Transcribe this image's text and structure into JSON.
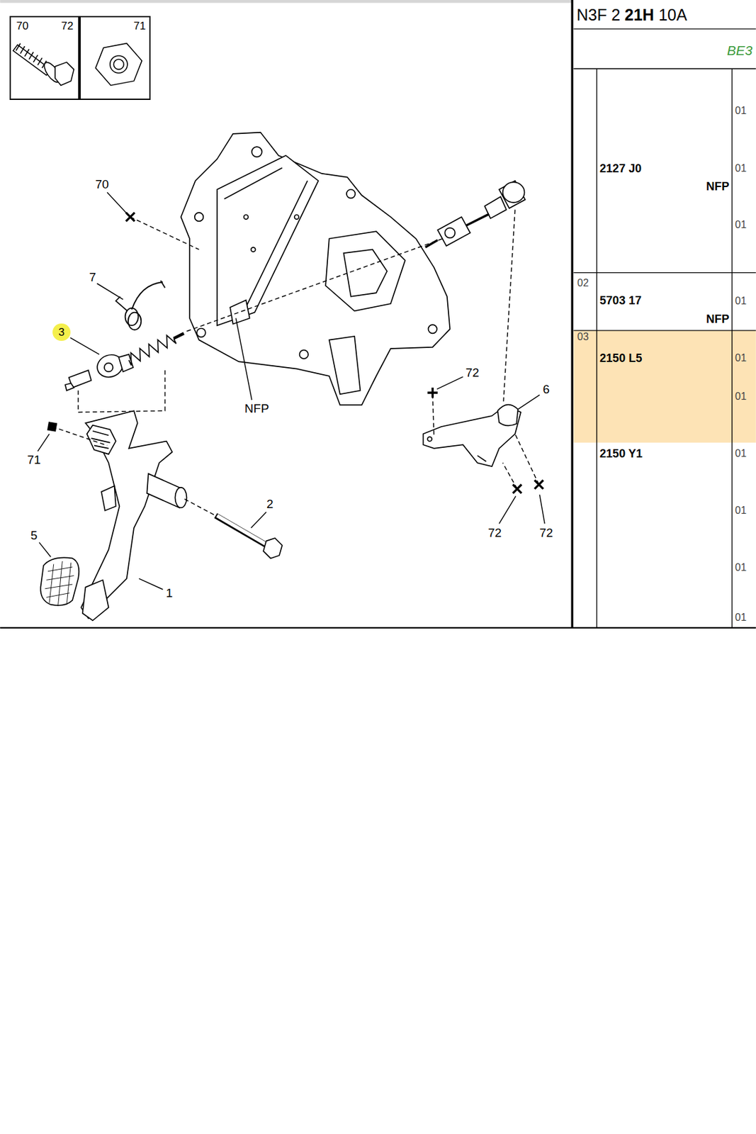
{
  "diagram": {
    "nodes": [
      {
        "text": [
          "70",
          "72"
        ]
      },
      {
        "text": [
          "71"
        ]
      },
      {
        "text": [
          "3"
        ]
      }
    ],
    "labels": [
      "N3F 2",
      "21H",
      "10A",
      "BE3",
      "01",
      "2127 J0",
      "01",
      "NFP",
      "01",
      "02",
      "5703 17",
      "01",
      "NFP",
      "03",
      "2150 L5",
      "01",
      "01",
      "2150 Y1",
      "01",
      "01",
      "01",
      "01",
      "70",
      "7",
      "NFP",
      "72",
      "6",
      "71",
      "2",
      "5",
      "1",
      "72",
      "72"
    ]
  }
}
